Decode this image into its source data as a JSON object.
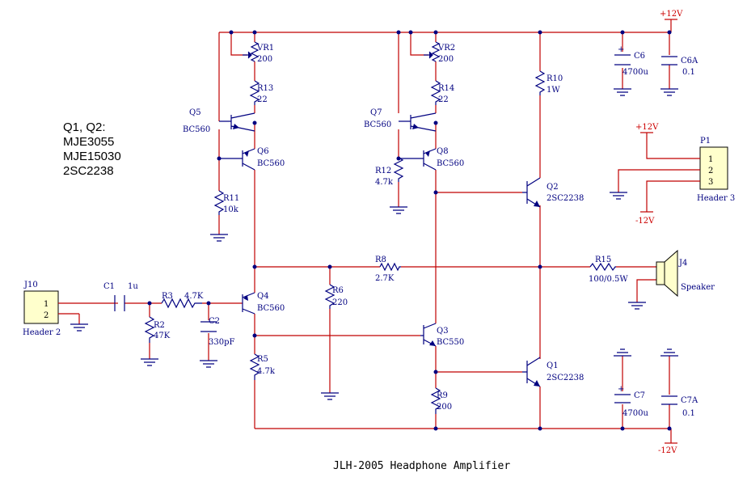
{
  "title": "JLH-2005 Headphone Amplifier",
  "notes": [
    "Q1, Q2:",
    "MJE3055",
    "MJE15030",
    "2SC2238"
  ],
  "power": {
    "pos": "+12V",
    "neg": "-12V"
  },
  "connectors": {
    "j10": {
      "ref": "J10",
      "name": "Header 2",
      "pins": [
        "1",
        "2"
      ]
    },
    "p1": {
      "ref": "P1",
      "name": "Header 3",
      "pins": [
        "1",
        "2",
        "3"
      ]
    },
    "j4": {
      "ref": "J4",
      "name": "Speaker"
    }
  },
  "parts": {
    "c1": {
      "ref": "C1",
      "value": "1u"
    },
    "r3": {
      "ref": "R3",
      "value": "4.7K"
    },
    "r2": {
      "ref": "R2",
      "value": "47K"
    },
    "c2": {
      "ref": "C2",
      "value": "330pF"
    },
    "q4": {
      "ref": "Q4",
      "value": "BC560"
    },
    "r5": {
      "ref": "R5",
      "value": "4.7k"
    },
    "r6": {
      "ref": "R6",
      "value": "220"
    },
    "r8": {
      "ref": "R8",
      "value": "2.7K"
    },
    "vr1": {
      "ref": "VR1",
      "value": "200"
    },
    "r13": {
      "ref": "R13",
      "value": "22"
    },
    "q5": {
      "ref": "Q5",
      "value": "BC560"
    },
    "q6": {
      "ref": "Q6",
      "value": "BC560"
    },
    "r11": {
      "ref": "R11",
      "value": "10k"
    },
    "vr2": {
      "ref": "VR2",
      "value": "200"
    },
    "r14": {
      "ref": "R14",
      "value": "22"
    },
    "q7": {
      "ref": "Q7",
      "value": "BC560"
    },
    "q8": {
      "ref": "Q8",
      "value": "BC560"
    },
    "r12": {
      "ref": "R12",
      "value": "4.7k"
    },
    "q3": {
      "ref": "Q3",
      "value": "BC550"
    },
    "r9": {
      "ref": "R9",
      "value": "200"
    },
    "r10": {
      "ref": "R10",
      "value": "1W"
    },
    "q2": {
      "ref": "Q2",
      "value": "2SC2238"
    },
    "q1": {
      "ref": "Q1",
      "value": "2SC2238"
    },
    "r15": {
      "ref": "R15",
      "value": "100/0.5W"
    },
    "c6": {
      "ref": "C6",
      "value": "4700u"
    },
    "c6a": {
      "ref": "C6A",
      "value": "0.1"
    },
    "c7": {
      "ref": "C7",
      "value": "4700u"
    },
    "c7a": {
      "ref": "C7A",
      "value": "0.1"
    }
  }
}
